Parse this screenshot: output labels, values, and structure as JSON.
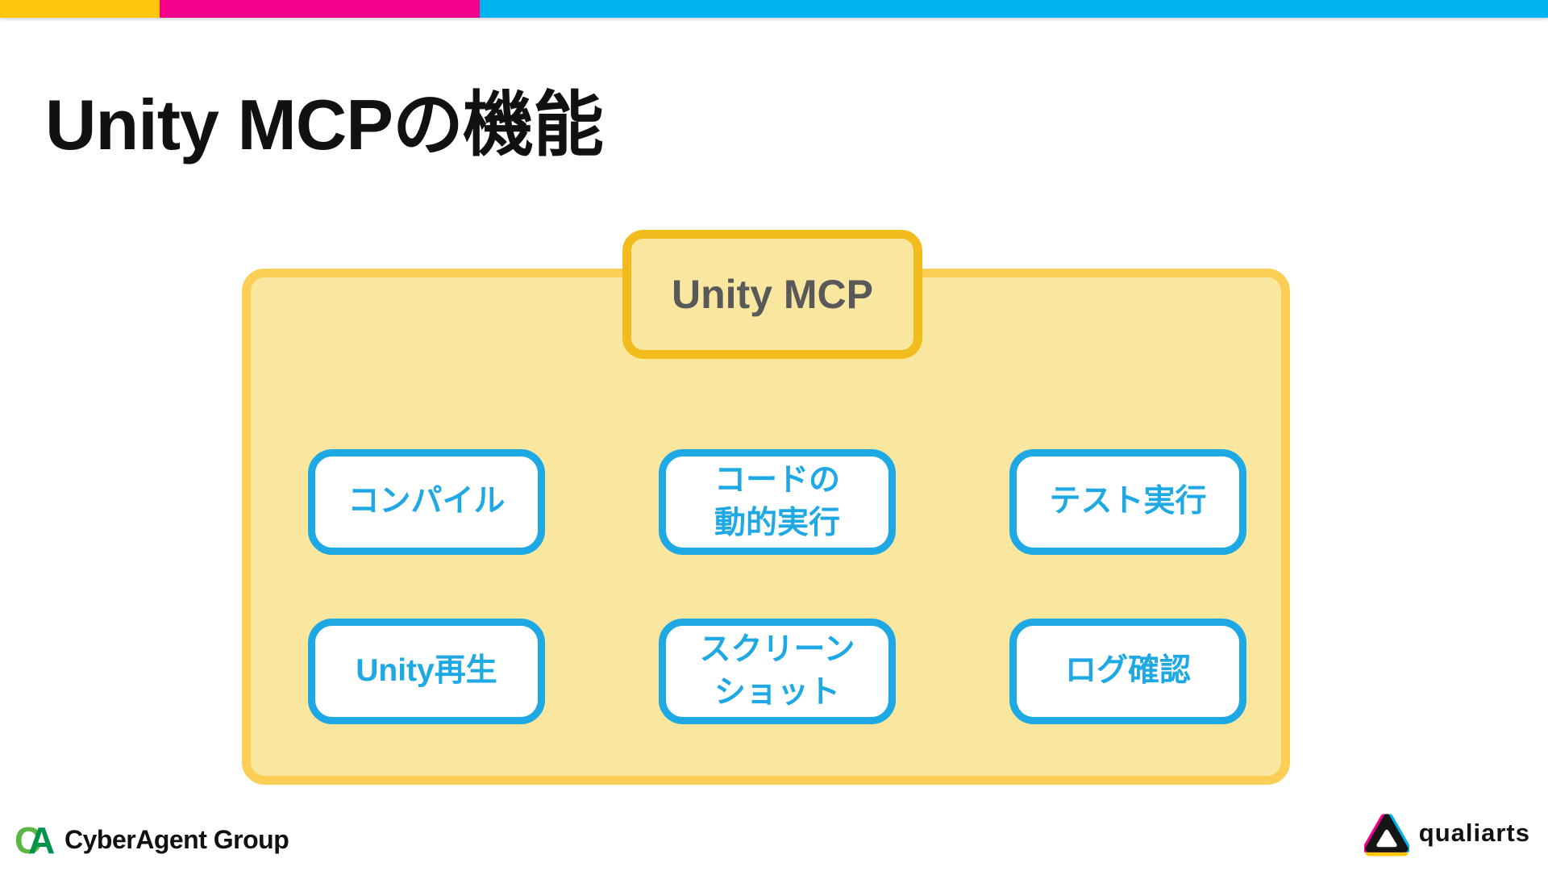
{
  "top_bar": {
    "segments": [
      {
        "name": "yellow",
        "color": "#FFC60B"
      },
      {
        "name": "magenta",
        "color": "#F4008C"
      },
      {
        "name": "cyan",
        "color": "#00B2F0"
      }
    ]
  },
  "slide": {
    "title": "Unity MCPの機能"
  },
  "diagram": {
    "container": {
      "fill": "#FAE79F",
      "border_color": "#FBCE55"
    },
    "parent": {
      "label": "Unity MCP",
      "fill": "#FAE79F",
      "border_color": "#F3BC1E",
      "text_color": "#595959"
    },
    "feature_accent": "#1EA9E4",
    "features": [
      {
        "name": "compile",
        "lines": [
          "コンパイル"
        ]
      },
      {
        "name": "dynamic-code",
        "lines": [
          "コードの",
          "動的実行"
        ]
      },
      {
        "name": "run-tests",
        "lines": [
          "テスト実行"
        ]
      },
      {
        "name": "unity-play",
        "lines": [
          "Unity再生"
        ]
      },
      {
        "name": "screenshot",
        "lines": [
          "スクリーン",
          "ショット"
        ]
      },
      {
        "name": "check-logs",
        "lines": [
          "ログ確認"
        ]
      }
    ]
  },
  "footer": {
    "left_logo": {
      "mark": "CA",
      "text": "CyberAgent Group"
    },
    "right_logo": {
      "text": "qualiarts"
    }
  }
}
